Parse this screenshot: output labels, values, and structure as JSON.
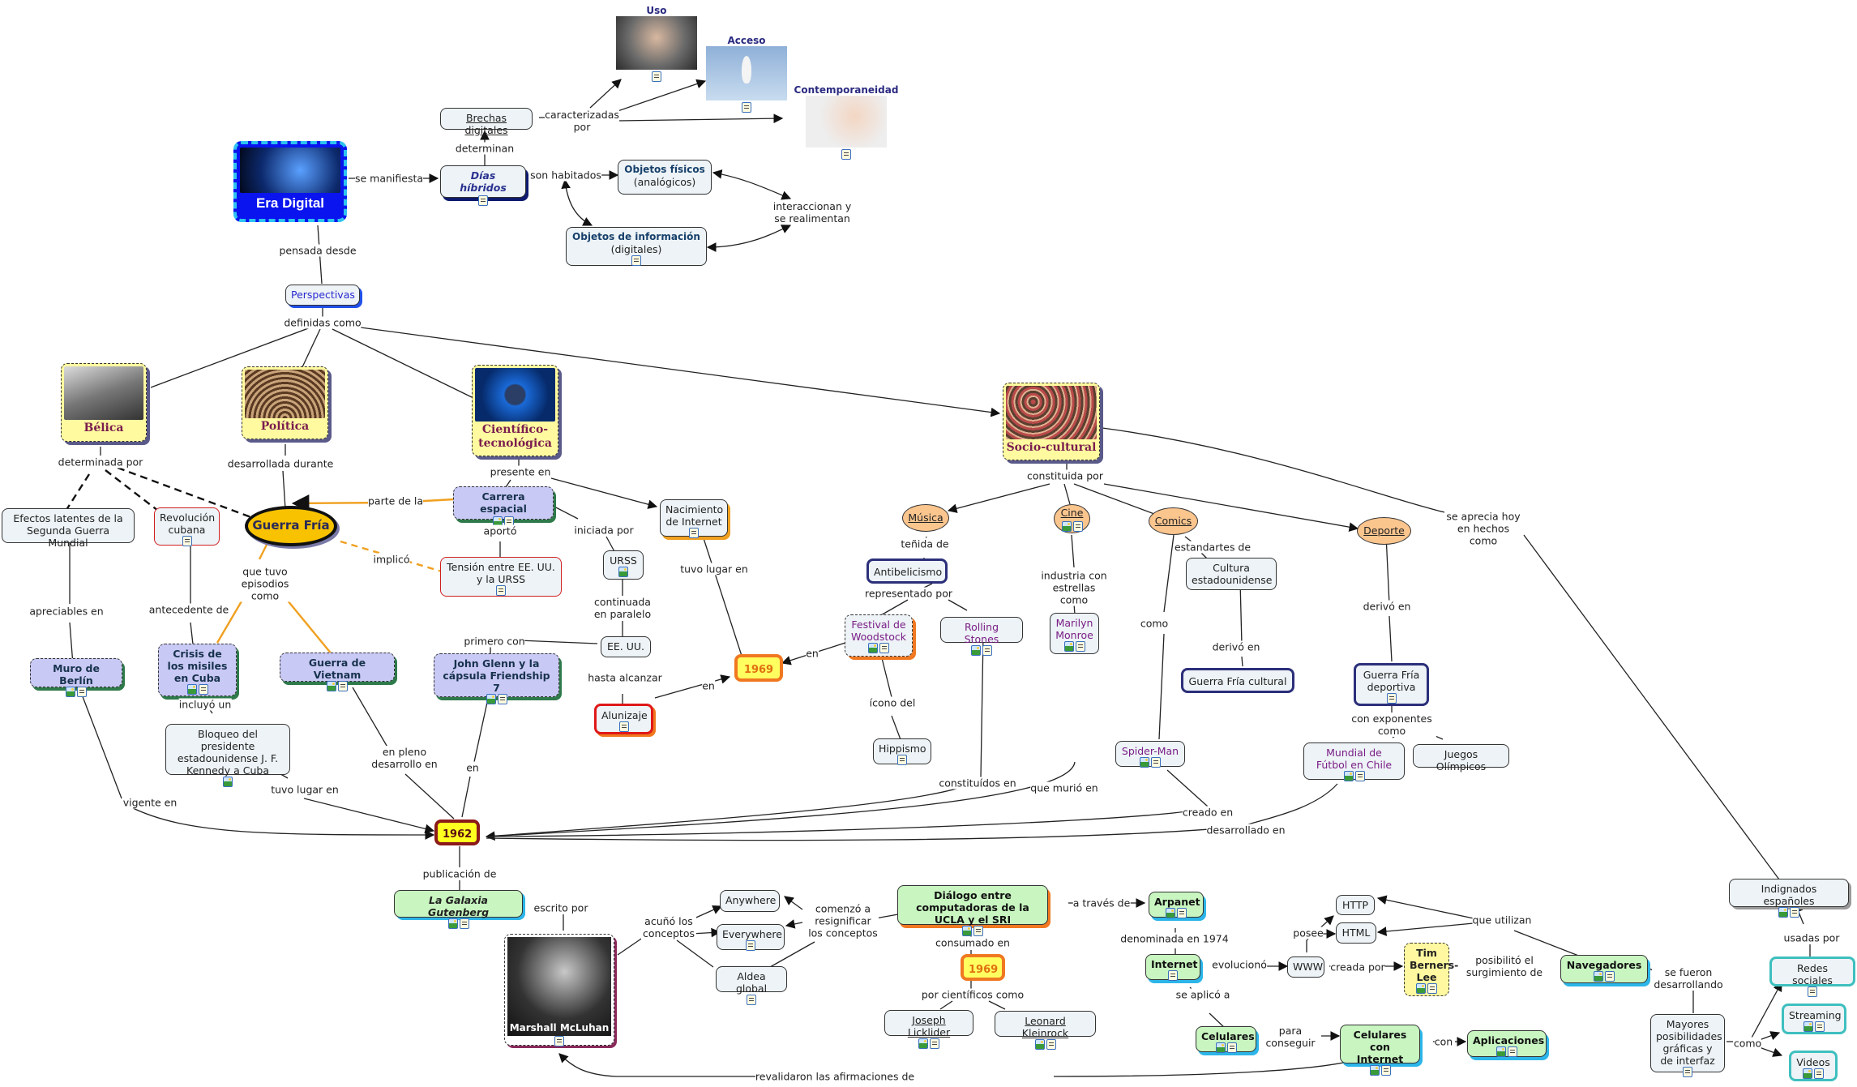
{
  "map_title": "Era Digital",
  "colors": {
    "link": "#222222",
    "orange_link": "#f0a020",
    "node_fill": "#edf3f6",
    "perspective_fill": "#fffaa0",
    "episode_fill": "#c9c9f5",
    "internet_fill": "#c8f5c0",
    "category_oval": "#fbc58e",
    "year_fill": "#ffff60",
    "year_border": "#f07820",
    "year_1962_border": "#8b1a1a",
    "era_blue": "#0a14ee"
  },
  "nodes": {
    "era_digital": "Era Digital",
    "dias_hibridos": "Días híbridos",
    "brechas": "Brechas digitales",
    "uso": "Uso",
    "acceso": "Acceso",
    "contemporaneidad": "Contemporaneidad",
    "obj_fisicos_title": "Objetos físicos",
    "obj_fisicos_sub": "(analógicos)",
    "obj_info_title": "Objetos de información",
    "obj_info_sub": "(digitales)",
    "perspectivas": "Perspectivas",
    "belica": "Bélica",
    "politica": "Política",
    "cientifico": "Científico-tecnológica",
    "sociocultural": "Socio-cultural",
    "efectos": "Efectos latentes de la Segunda Guerra Mundial",
    "revolucion": "Revolución cubana",
    "guerra_fria": "Guerra Fría",
    "carrera": "Carrera espacial",
    "tension": "Tensión entre EE. UU. y la URSS",
    "nacimiento": "Nacimiento de Internet",
    "urss": "URSS",
    "eeuu": "EE. UU.",
    "alunizaje": "Alunizaje",
    "y1969a": "1969",
    "muro": "Muro de Berlín",
    "crisis": "Crisis de los misiles en Cuba",
    "vietnam": "Guerra de Vietnam",
    "glenn": "John Glenn y la cápsula Friendship 7",
    "bloqueo": "Bloqueo del presidente estadounidense J. F. Kennedy a Cuba",
    "y1962": "1962",
    "musica": "Música",
    "cine": "Cine",
    "comics": "Comics",
    "deporte": "Deporte",
    "antibelicismo": "Antibelicismo",
    "woodstock": "Festival de Woodstock",
    "rolling": "Rolling Stones",
    "hippismo": "Hippismo",
    "marilyn": "Marilyn Monroe",
    "cultura_eu": "Cultura estadounidense",
    "gf_cultural": "Guerra Fría cultural",
    "spiderman": "Spider-Man",
    "gf_deportiva": "Guerra Fría deportiva",
    "mundial": "Mundial de Fútbol en Chile",
    "juegos": "Juegos Olímpicos",
    "galaxia": "La Galaxia Gutenberg",
    "mcluhan": "Marshall McLuhan",
    "anywhere": "Anywhere",
    "everywhere": "Everywhere",
    "aldea": "Aldea global",
    "dialogo": "Diálogo entre computadoras de la UCLA y el SRI",
    "y1969b": "1969",
    "licklider": "Joseph Licklider",
    "kleinrock": "Leonard Kleinrock",
    "arpanet": "Arpanet",
    "internet": "Internet",
    "celulares": "Celulares",
    "cel_internet": "Celulares con Internet",
    "aplicaciones": "Aplicaciones",
    "www": "WWW",
    "http": "HTTP",
    "html": "HTML",
    "berners": "Tim Berners-Lee",
    "navegadores": "Navegadores",
    "mayores": "Mayores posibilidades gráficas y de interfaz",
    "redes": "Redes sociales",
    "streaming": "Streaming",
    "videos": "Videos",
    "indignados": "Indignados españoles"
  },
  "links": {
    "se_manifiesta": "se manifiesta",
    "determinan": "determinan",
    "caracterizadas": "caracterizadas por",
    "son_habitados": "son habitados",
    "interaccionan": "interaccionan y se realimentan",
    "pensada_desde": "pensada desde",
    "definidas_como": "definidas como",
    "determinada_por": "determinada por",
    "desarrollada_durante": "desarrollada durante",
    "presente_en": "presente en",
    "parte_de_la": "parte de la",
    "aporto": "aportó",
    "implico": "implicó",
    "iniciada_por": "iniciada por",
    "continuada": "continuada en paralelo",
    "primero_con": "primero con",
    "hasta_alcanzar": "hasta alcanzar",
    "en_alun": "en",
    "tuvo_lugar_nac": "tuvo lugar en",
    "en_wood": "en",
    "que_tuvo": "que tuvo episodios como",
    "apreciables": "apreciables en",
    "antecedente": "antecedente de",
    "incluyo": "incluyó un",
    "en_pleno": "en pleno desarrollo en",
    "en_glenn": "en",
    "vigente": "vigente en",
    "tuvo_lugar_bloq": "tuvo lugar en",
    "constituida_por": "constituida por",
    "tenida_de": "teñida de",
    "representado_por": "representado por",
    "icono_del": "ícono del",
    "industria": "industria con estrellas como",
    "estandartes": "estandartes de",
    "como_comics": "como",
    "derivo_cultura": "derivó en",
    "derivo_deporte": "derivó en",
    "con_exponentes": "con exponentes como",
    "se_aprecia": "se aprecia hoy en hechos como",
    "constituidos_en": "constituídos en",
    "que_murio": "que murió en",
    "creado_en": "creado en",
    "desarrollado_en": "desarrollado en",
    "publicacion": "publicación de",
    "escrito_por": "escrito por",
    "acuno": "acuñó los conceptos",
    "comenzo": "comenzó a resignificar los conceptos",
    "a_traves": "a través de",
    "consumado": "consumado en",
    "por_cientificos": "por científicos como",
    "denominada": "denominada en 1974",
    "evoluciono": "evolucionó",
    "se_aplico": "se aplicó a",
    "para_conseguir": "para conseguir",
    "con": "con",
    "posee": "posee",
    "que_utilizan": "que utilizan",
    "creada_por": "creada por",
    "posibilito": "posibilitó el surgimiento de",
    "se_fueron": "se fueron desarrollando",
    "como_mayores": "como",
    "usadas_por": "usadas por",
    "revalidaron": "revalidaron las afirmaciones de"
  }
}
